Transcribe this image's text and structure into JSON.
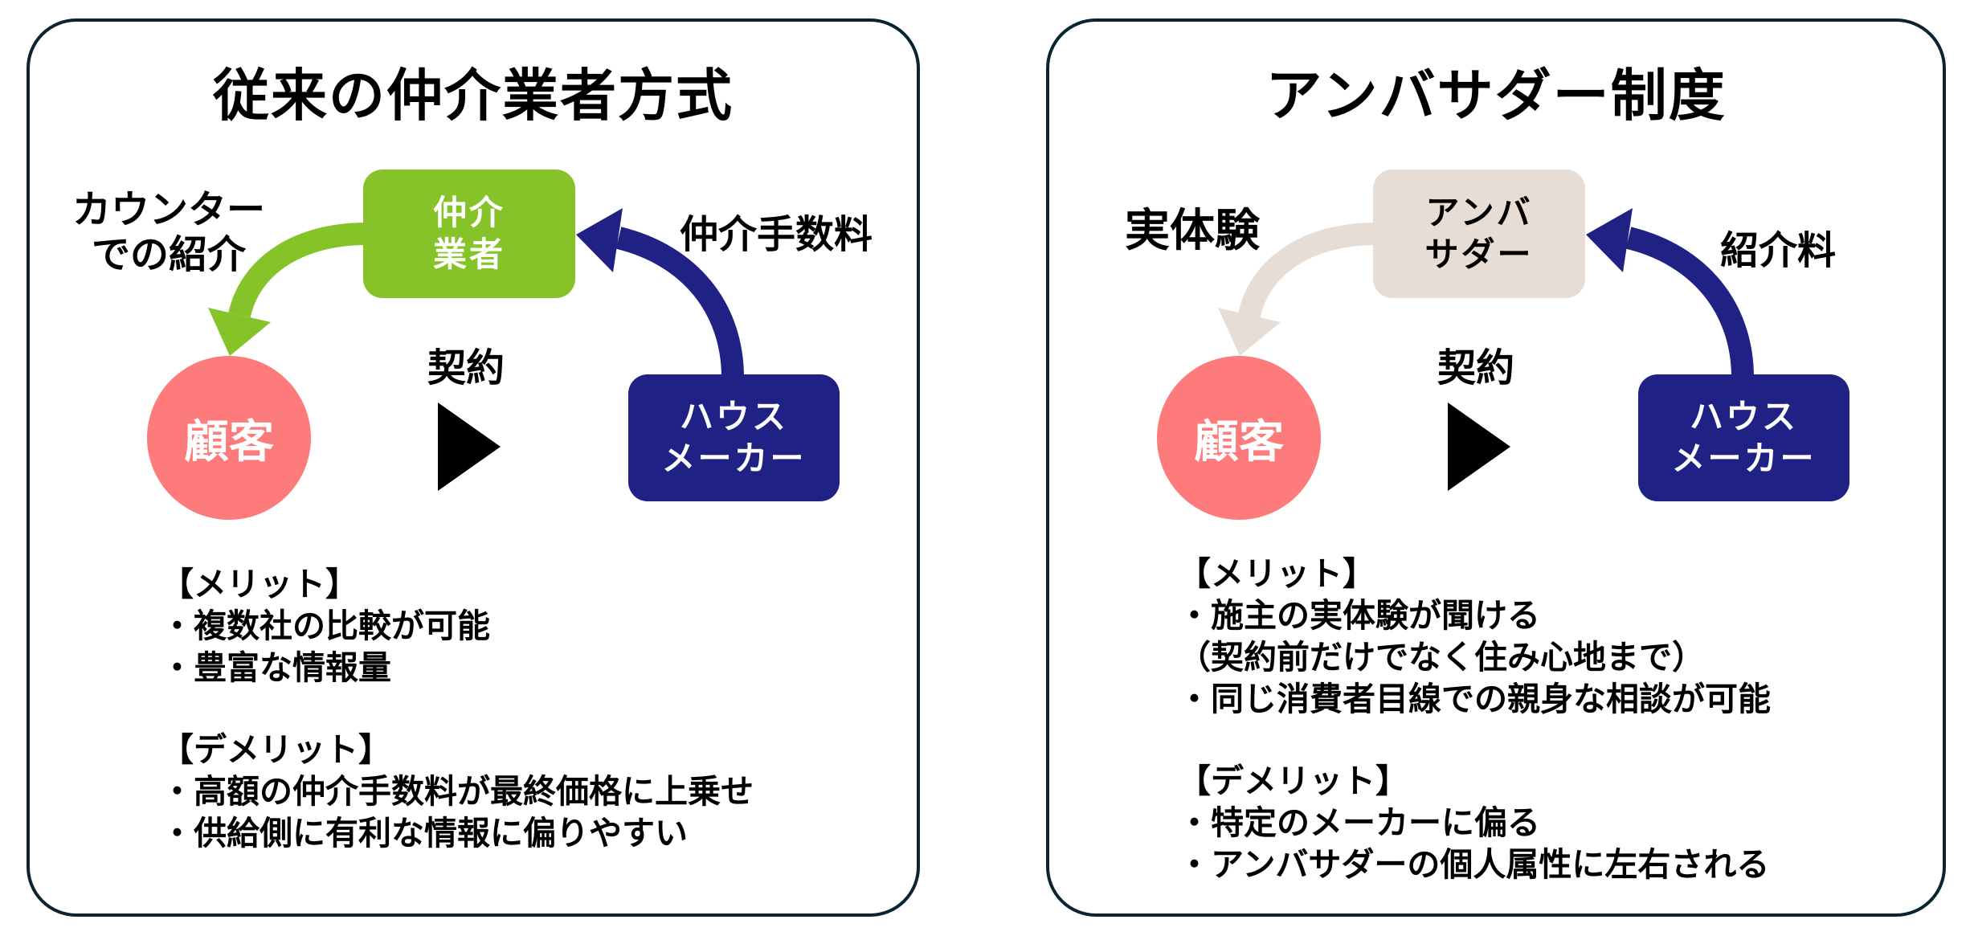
{
  "colors": {
    "panel_border": "#0b2432",
    "broker_green": "#86c329",
    "ambassador_beige": "#e8ddd5",
    "maker_navy": "#1f2185",
    "customer_pink": "#fd7b7a"
  },
  "left": {
    "title": "従来の仲介業者方式",
    "intermediary": {
      "line1": "仲介",
      "line2": "業者"
    },
    "customer": "顧客",
    "maker": {
      "line1": "ハウス",
      "line2": "メーカー"
    },
    "to_customer_label": {
      "line1": "カウンター",
      "line2": "での紹介"
    },
    "from_maker_label": "仲介手数料",
    "contract_label": "契約",
    "merits_header": "【メリット】",
    "merits": [
      "・複数社の比較が可能",
      "・豊富な情報量"
    ],
    "demerits_header": "【デメリット】",
    "demerits": [
      "・高額の仲介手数料が最終価格に上乗せ",
      "・供給側に有利な情報に偏りやすい"
    ]
  },
  "right": {
    "title": "アンバサダー制度",
    "intermediary": {
      "line1": "アンバ",
      "line2": "サダー"
    },
    "customer": "顧客",
    "maker": {
      "line1": "ハウス",
      "line2": "メーカー"
    },
    "to_customer_label": "実体験",
    "from_maker_label": "紹介料",
    "contract_label": "契約",
    "merits_header": "【メリット】",
    "merits": [
      "・施主の実体験が聞ける",
      "（契約前だけでなく住み心地まで）",
      "・同じ消費者目線での親身な相談が可能"
    ],
    "demerits_header": "【デメリット】",
    "demerits": [
      "・特定のメーカーに偏る",
      "・アンバサダーの個人属性に左右される"
    ]
  }
}
